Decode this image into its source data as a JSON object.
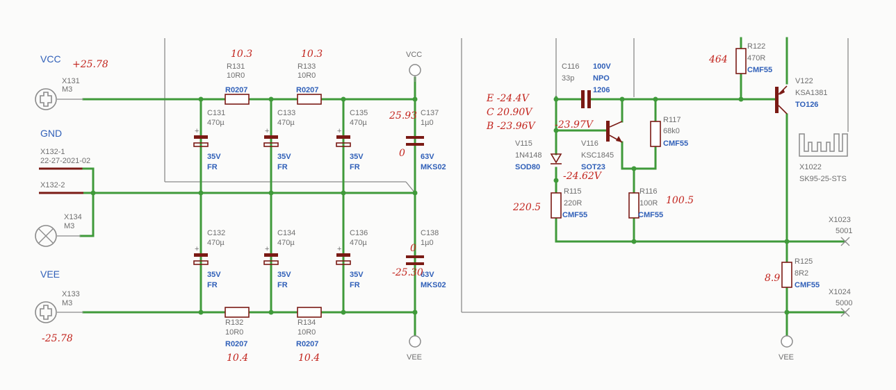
{
  "nets": {
    "vcc": "VCC",
    "gnd": "GND",
    "vee": "VEE"
  },
  "connectors": {
    "x131": {
      "ref": "X131",
      "val": "M3"
    },
    "x132_1": {
      "ref": "X132-1",
      "val": "22-27-2021-02"
    },
    "x132_2": {
      "ref": "X132-2"
    },
    "x134": {
      "ref": "X134",
      "val": "M3"
    },
    "x133": {
      "ref": "X133",
      "val": "M3"
    },
    "x1022": {
      "ref": "X1022",
      "val": "SK95-25-STS"
    },
    "x1023": {
      "ref": "X1023",
      "val": "5001"
    },
    "x1024": {
      "ref": "X1024",
      "val": "5000"
    }
  },
  "resistors": {
    "r131": {
      "ref": "R131",
      "val": "10R0",
      "pkg": "R0207"
    },
    "r133": {
      "ref": "R133",
      "val": "10R0",
      "pkg": "R0207"
    },
    "r132": {
      "ref": "R132",
      "val": "10R0",
      "pkg": "R0207"
    },
    "r134": {
      "ref": "R134",
      "val": "10R0",
      "pkg": "R0207"
    },
    "r117": {
      "ref": "R117",
      "val": "68k0",
      "pkg": "CMF55"
    },
    "r115": {
      "ref": "R115",
      "val": "220R",
      "pkg": "CMF55"
    },
    "r116": {
      "ref": "R116",
      "val": "100R",
      "pkg": "CMF55"
    },
    "r122": {
      "ref": "R122",
      "val": "470R",
      "pkg": "CMF55"
    },
    "r125": {
      "ref": "R125",
      "val": "8R2",
      "pkg": "CMF55"
    }
  },
  "capacitors": {
    "c131": {
      "ref": "C131",
      "val": "470µ",
      "volt": "35V",
      "type": "FR"
    },
    "c133": {
      "ref": "C133",
      "val": "470µ",
      "volt": "35V",
      "type": "FR"
    },
    "c135": {
      "ref": "C135",
      "val": "470µ",
      "volt": "35V",
      "type": "FR"
    },
    "c132": {
      "ref": "C132",
      "val": "470µ",
      "volt": "35V",
      "type": "FR"
    },
    "c134": {
      "ref": "C134",
      "val": "470µ",
      "volt": "35V",
      "type": "FR"
    },
    "c136": {
      "ref": "C136",
      "val": "470µ",
      "volt": "35V",
      "type": "FR"
    },
    "c137": {
      "ref": "C137",
      "val": "1µ0",
      "volt": "63V",
      "type": "MKS02"
    },
    "c138": {
      "ref": "C138",
      "val": "1µ0",
      "volt": "63V",
      "type": "MKS02"
    },
    "c116": {
      "ref": "C116",
      "val": "33p",
      "volt": "100V",
      "type": "NPO",
      "pkg": "1206"
    }
  },
  "semis": {
    "v115": {
      "ref": "V115",
      "val": "1N4148",
      "pkg": "SOD80"
    },
    "v116": {
      "ref": "V116",
      "val": "KSC1845",
      "pkg": "SOT23"
    },
    "v122": {
      "ref": "V122",
      "val": "KSA1381",
      "pkg": "TO126"
    }
  },
  "handwritten": {
    "vcc_v": "+25.78",
    "vee_v": "-25.78",
    "r131_top": "10.3",
    "r133_top": "10.3",
    "r132_bot": "10.4",
    "r134_bot": "10.4",
    "c137_a": "25.93",
    "c137_b": "0",
    "c138_a": "0",
    "c138_b": "-25.30",
    "e": "E -24.4V",
    "c": "C 20.90V",
    "b": "B -23.96V",
    "base": "-23.97V",
    "v115_bot": "-24.62V",
    "r115": "220.5",
    "r116": "100.5",
    "r122": "464",
    "r125": "8.9"
  }
}
